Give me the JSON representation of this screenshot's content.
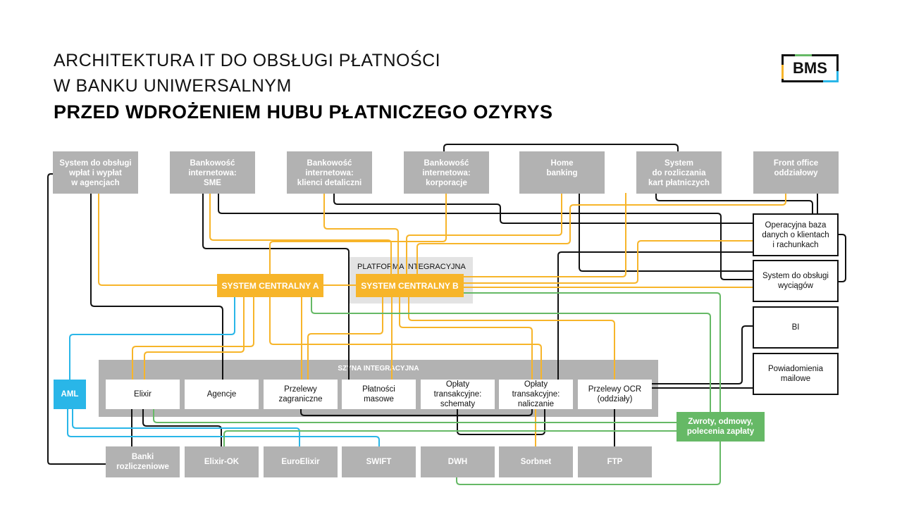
{
  "title": {
    "line1": "ARCHITEKTURA IT DO OBSŁUGI PŁATNOŚCI",
    "line2": "W BANKU UNIWERSALNYM",
    "line3": "PRZED WDROŻENIEM HUBU PŁATNICZEGO OZYRYS"
  },
  "logo": "BMS",
  "colors": {
    "orange": "#f7b52a",
    "gray": "#b2b2b2",
    "blue": "#29b6e8",
    "green": "#66b966",
    "black": "#111111"
  },
  "top_systems": [
    "System do obsługi\nwpłat i wypłat\nw agencjach",
    "Bankowość\ninternetowa:\nSME",
    "Bankowość\ninternetowa:\nklienci detaliczni",
    "Bankowość\ninternetowa:\nkorporacje",
    "Home\nbanking",
    "System\ndo rozliczania\nkart płatniczych",
    "Front office\noddziałowy"
  ],
  "right_systems": [
    "Operacyjna baza\ndanych o klientach\ni rachunkach",
    "System do obsługi\nwyciągów",
    "BI",
    "Powiadomienia\nmailowe"
  ],
  "platform": {
    "label": "PLATFORMA INTEGRACYJNA",
    "system_a": "SYSTEM CENTRALNY A",
    "system_b": "SYSTEM CENTRALNY B"
  },
  "bus": {
    "label": "SZYNA INTEGRACYJNA",
    "modules": [
      "Elixir",
      "Agencje",
      "Przelewy\nzagraniczne",
      "Płatności\nmasowe",
      "Opłaty\ntransakcyjne:\nschematy",
      "Opłaty\ntransakcyjne:\nnaliczanie",
      "Przelewy OCR\n(oddziały)"
    ]
  },
  "aml": "AML",
  "returns": "Zwroty, odmowy,\npolecenia zapłaty",
  "external": [
    "Banki\nrozliczeniowe",
    "Elixir-OK",
    "EuroElixir",
    "SWIFT",
    "DWH",
    "Sorbnet",
    "FTP"
  ]
}
